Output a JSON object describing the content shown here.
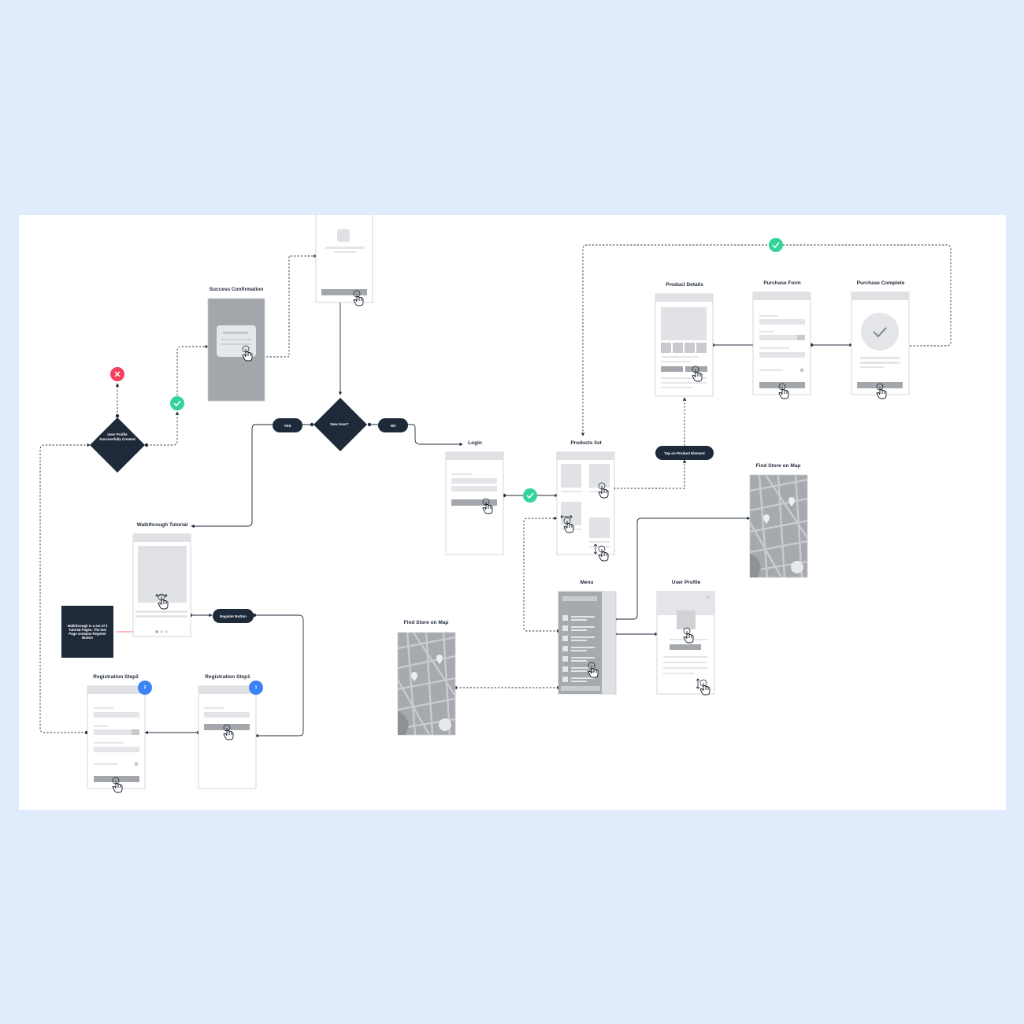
{
  "screens": {
    "success_confirmation": "Success Confirmation",
    "walkthrough_tutorial": "Walkthrough Tutorial",
    "registration_step2": "Registration Step2",
    "registration_step1": "Registration Step1",
    "login": "Login",
    "products_list": "Products list",
    "product_details": "Product Details",
    "purchase_form": "Purchase Form",
    "purchase_complete": "Purchase Complete",
    "find_store_map_right": "Find Store on Map",
    "find_store_map_left": "Find Store on Map",
    "menu": "Menu",
    "user_profile": "User Profile"
  },
  "decisions": {
    "new_user": "New User?",
    "profile_created": "User Profile Successfully Created"
  },
  "pills": {
    "yes": "YES",
    "no": "NO",
    "register_button": "Register Button",
    "tap_product": "Tap on Product Element"
  },
  "note": "Walkthrough is a set of 3 Tutorial Pages. The last Page contains Register Button",
  "steps": {
    "step1": "1",
    "step2": "2"
  },
  "colors": {
    "background": "#e0ecfc",
    "canvas": "#ffffff",
    "dark": "#1e2a3a",
    "success": "#34d399",
    "error": "#f43f5e",
    "step_badge": "#3b82f6"
  }
}
